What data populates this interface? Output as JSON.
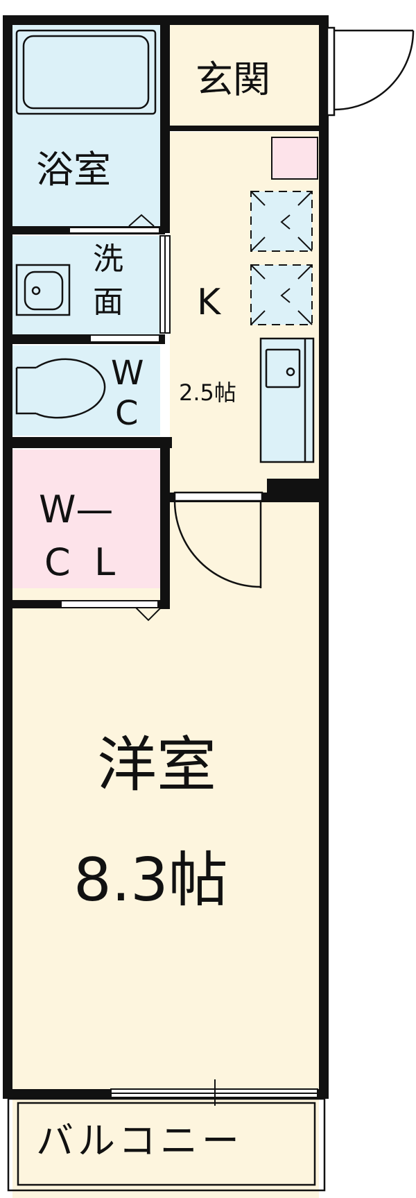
{
  "floorplan": {
    "rooms": {
      "entrance": {
        "label": "玄関"
      },
      "bathroom": {
        "label": "浴室"
      },
      "washroom": {
        "label_line1": "洗",
        "label_line2": "面"
      },
      "toilet": {
        "label_line1": "W",
        "label_line2": "C"
      },
      "walk_in_closet": {
        "label_line1": "W—",
        "label_line2": "C  L"
      },
      "kitchen": {
        "label": "K",
        "size": "2.5帖"
      },
      "western_room": {
        "label": "洋室",
        "size": "8.3帖"
      },
      "balcony": {
        "label": "バルコニー"
      }
    },
    "colors": {
      "wall": "#111111",
      "wet_area": "#dcf1f8",
      "floor": "#fdf5de",
      "closet": "#fde3ea",
      "balcony": "#ffffff"
    }
  }
}
